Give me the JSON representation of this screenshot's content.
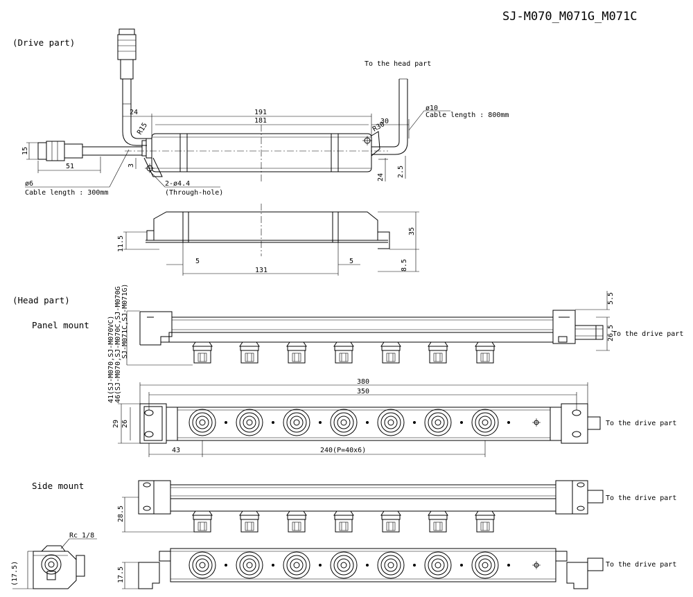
{
  "title": "SJ-M070_M071G_M071C",
  "sections": {
    "drive": "(Drive part)",
    "head": "(Head part)",
    "panel_mount": "Panel mount",
    "side_mount": "Side mount"
  },
  "callouts": {
    "to_head": "To the head part",
    "to_drive": "To the drive part",
    "cable10": "ø10",
    "cable10_len": "Cable length : 800mm",
    "cable6": "ø6",
    "cable6_len": "Cable length : 300mm",
    "hole": "2-ø4.4",
    "through": "(Through-hole)",
    "r15": "R15",
    "r30": "R30",
    "rc": "Rc 1/8"
  },
  "dims": {
    "d191": "191",
    "d181": "181",
    "d24a": "24",
    "d30": "30",
    "d15": "15",
    "d51": "51",
    "d3": "3",
    "d24b": "24",
    "d25": "2.5",
    "d35": "35",
    "d115": "11.5",
    "d85": "8.5",
    "d5a": "5",
    "d5b": "5",
    "d131": "131",
    "d55": "5.5",
    "d265": "26.5",
    "d380": "380",
    "d350": "350",
    "d29": "29",
    "d26": "26",
    "d43": "43",
    "d240": "240(P=40x6)",
    "d285": "28.5",
    "d175a": "(17.5)",
    "d175b": "17.5",
    "v41": "41(SJ-M070,SJ-M070VC)",
    "v46": "46(SJ-M070,SJ-M070C,SJ-M070G",
    "v46b": "SJ-M071C,SJ-M071G)"
  }
}
